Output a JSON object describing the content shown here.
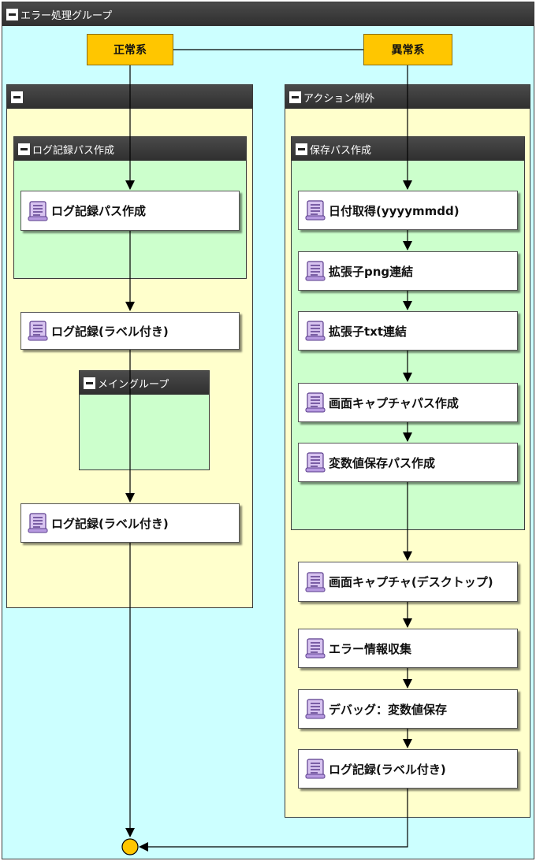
{
  "outer_group": {
    "title": "エラー処理グループ",
    "bg": "#ccffff"
  },
  "branches": {
    "normal": "正常系",
    "abnormal": "異常系"
  },
  "left_group": {
    "title": "",
    "bg": "#ffffcc"
  },
  "log_path_group": {
    "title": "ログ記録パス作成",
    "bg": "#ccffcc"
  },
  "main_group": {
    "title": "メイングループ",
    "bg": "#ccffcc"
  },
  "action_exception_group": {
    "title": "アクション例外",
    "bg": "#ffffcc"
  },
  "save_path_group": {
    "title": "保存パス作成",
    "bg": "#ccffcc"
  },
  "left_actions": {
    "create_log_path": "ログ記録パス作成",
    "log_labeled_1": "ログ記録(ラベル付き)",
    "log_labeled_2": "ログ記録(ラベル付き)"
  },
  "save_path_actions": {
    "get_date": "日付取得(yyyymmdd)",
    "concat_png": "拡張子png連結",
    "concat_txt": "拡張子txt連結",
    "screenshot_path": "画面キャプチャパス作成",
    "var_save_path": "変数値保存パス作成"
  },
  "exception_actions": {
    "desktop_capture": "画面キャプチャ(デスクトップ)",
    "error_info": "エラー情報収集",
    "debug_save": "デバッグ：変数値保存",
    "log_labeled": "ログ記録(ラベル付き)"
  },
  "colors": {
    "branch": "#ffc600",
    "end_node": "#ffc600",
    "header": "#333333"
  },
  "icons": {
    "action": "script-scroll-icon",
    "collapse": "collapse-minus-icon"
  }
}
